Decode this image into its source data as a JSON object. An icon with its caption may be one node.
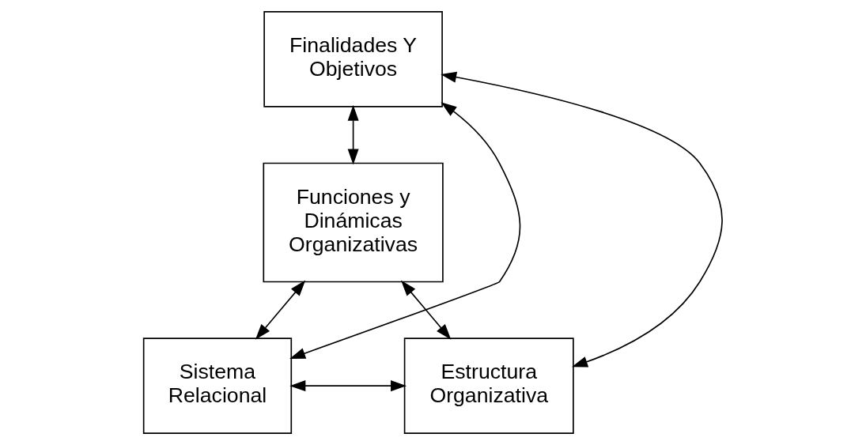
{
  "diagram": {
    "nodes": [
      {
        "text": [
          "Finalidades Y Objetivos"
        ]
      },
      {
        "text": [
          "Funciones y Dinámicas Organizativas"
        ]
      },
      {
        "text": [
          "Estructura Organizativa"
        ]
      },
      {
        "text": [
          "Sistema Relacional"
        ]
      }
    ],
    "edges": [
      {
        "from": 2,
        "to": 0,
        "arrow": "both"
      },
      {
        "from": 0,
        "to": 3,
        "arrow": "both"
      },
      {
        "from": 0,
        "to": 1,
        "arrow": "both"
      },
      {
        "from": 2,
        "to": 1,
        "arrow": "both"
      },
      {
        "from": 1,
        "to": 3,
        "arrow": "both"
      },
      {
        "from": 2,
        "to": 3,
        "arrow": "both"
      }
    ]
  }
}
